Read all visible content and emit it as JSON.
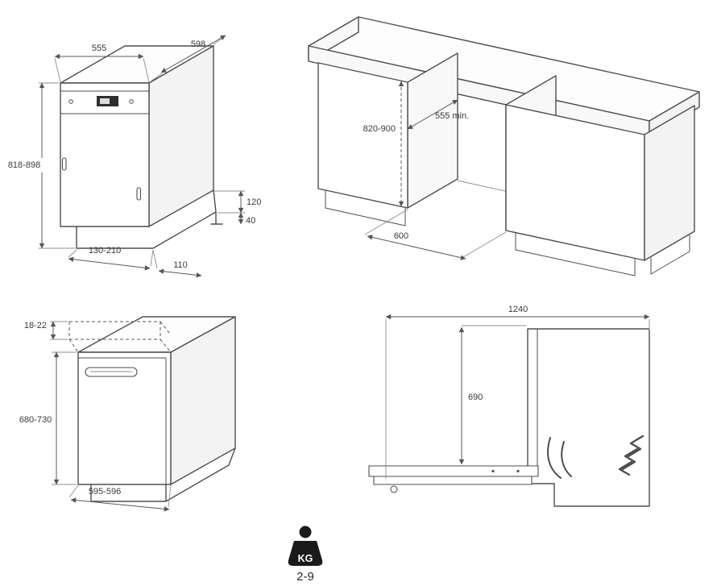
{
  "colors": {
    "line": "#4e4e4e",
    "dimension": "#5a5a5a",
    "text": "#3a3a3a",
    "weight_icon": "#1a1a1a",
    "background": "#ffffff"
  },
  "builtin_front": {
    "width": "555",
    "depth": "598",
    "height": "818-898",
    "clearance_top": "120",
    "clearance_bottom": "40",
    "plinth_height_range": "130-210",
    "plinth_recess": "110"
  },
  "niche": {
    "height": "820-900",
    "depth_min": "555 min.",
    "width": "600"
  },
  "furniture_door": {
    "panel_thickness": "18-22",
    "height": "680-730",
    "width": "595-596"
  },
  "open_door": {
    "depth_total": "1240",
    "height_with_door_open": "690"
  },
  "weight": {
    "unit": "KG",
    "range": "2-9"
  }
}
